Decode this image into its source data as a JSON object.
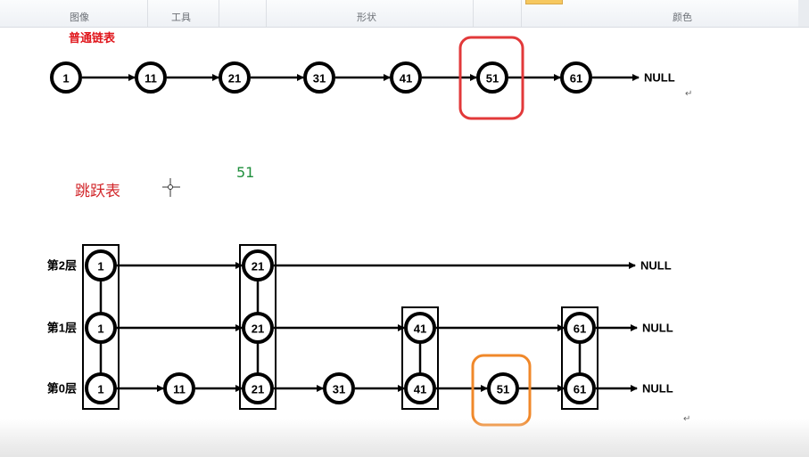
{
  "ribbon": {
    "groups": [
      "图像",
      "工具",
      "形状",
      "颜色"
    ]
  },
  "titles": {
    "plain_list": "普通链表",
    "skip_list": "跳跃表",
    "search_target": "51"
  },
  "null_label": "NULL",
  "colors": {
    "red_title": "#e0161c",
    "skip_title": "#d2272b",
    "target_green": "#1f8f3c",
    "highlight_red": "#e2393a",
    "highlight_orange": "#f0882a",
    "node_stroke": "#000000"
  },
  "plain_list_nodes": [
    "1",
    "11",
    "21",
    "31",
    "41",
    "51",
    "61"
  ],
  "plain_list_highlight": "51",
  "skip_list": {
    "levels": [
      {
        "label": "第2层",
        "nodes": [
          "1",
          "21"
        ]
      },
      {
        "label": "第1层",
        "nodes": [
          "1",
          "21",
          "41",
          "61"
        ]
      },
      {
        "label": "第0层",
        "nodes": [
          "1",
          "11",
          "21",
          "31",
          "41",
          "51",
          "61"
        ]
      }
    ],
    "towers": [
      "1",
      "21",
      "41",
      "61"
    ],
    "highlight": "51"
  },
  "icons": [
    "crosshair-cursor-icon",
    "paragraph-mark-icon"
  ]
}
